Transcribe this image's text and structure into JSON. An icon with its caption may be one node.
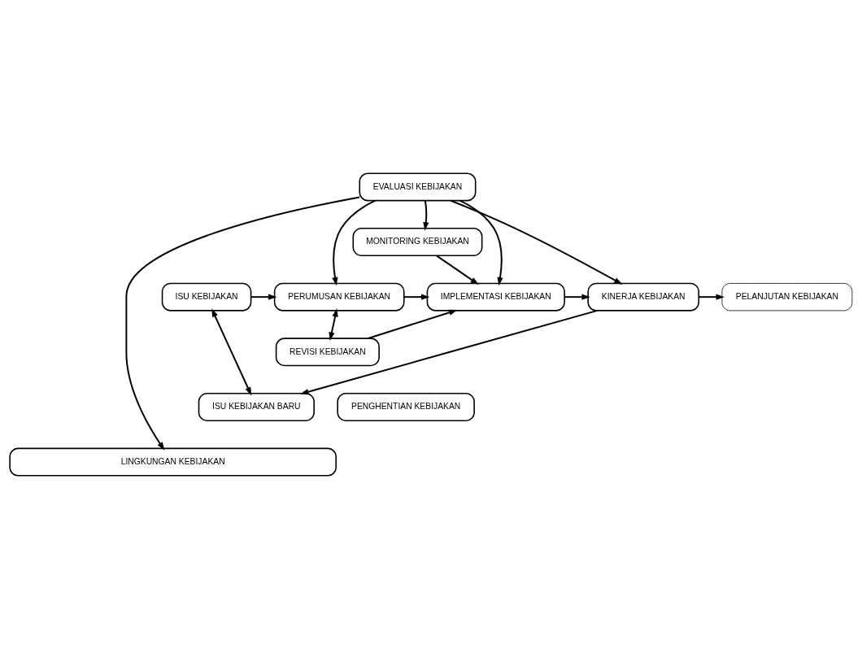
{
  "diagram": {
    "nodes": [
      {
        "text": [
          "EVALUASI KEBIJAKAN"
        ]
      },
      {
        "text": [
          "MONITORING KEBIJAKAN"
        ]
      },
      {
        "text": [
          "ISU KEBIJAKAN"
        ]
      },
      {
        "text": [
          "PERUMUSAN KEBIJAKAN"
        ]
      },
      {
        "text": [
          "IMPLEMENTASI KEBIJAKAN"
        ]
      },
      {
        "text": [
          "KINERJA KEBIJAKAN"
        ]
      },
      {
        "text": [
          "PELANJUTAN KEBIJAKAN"
        ]
      },
      {
        "text": [
          "REVISI KEBIJAKAN"
        ]
      },
      {
        "text": [
          "ISU KEBIJAKAN BARU"
        ]
      },
      {
        "text": [
          "PENGHENTIAN KEBIJAKAN"
        ]
      },
      {
        "text": [
          "LINGKUNGAN KEBIJAKAN"
        ]
      }
    ],
    "edges": [
      {
        "from": 0,
        "to": 3,
        "arrow": "to"
      },
      {
        "from": 0,
        "to": 1,
        "arrow": "to"
      },
      {
        "from": 0,
        "to": 4,
        "arrow": "to"
      },
      {
        "from": 0,
        "to": 5,
        "arrow": "to"
      },
      {
        "from": 0,
        "to": 10,
        "arrow": "to"
      },
      {
        "from": 1,
        "to": 4,
        "arrow": "to"
      },
      {
        "from": 2,
        "to": 3,
        "arrow": "to"
      },
      {
        "from": 3,
        "to": 4,
        "arrow": "to"
      },
      {
        "from": 4,
        "to": 5,
        "arrow": "to"
      },
      {
        "from": 5,
        "to": 6,
        "arrow": "to"
      },
      {
        "from": 3,
        "to": 7,
        "arrow": "both"
      },
      {
        "from": 7,
        "to": 4,
        "arrow": "to"
      },
      {
        "from": 2,
        "to": 8,
        "arrow": "both"
      },
      {
        "from": 5,
        "to": 8,
        "arrow": "to"
      }
    ]
  }
}
